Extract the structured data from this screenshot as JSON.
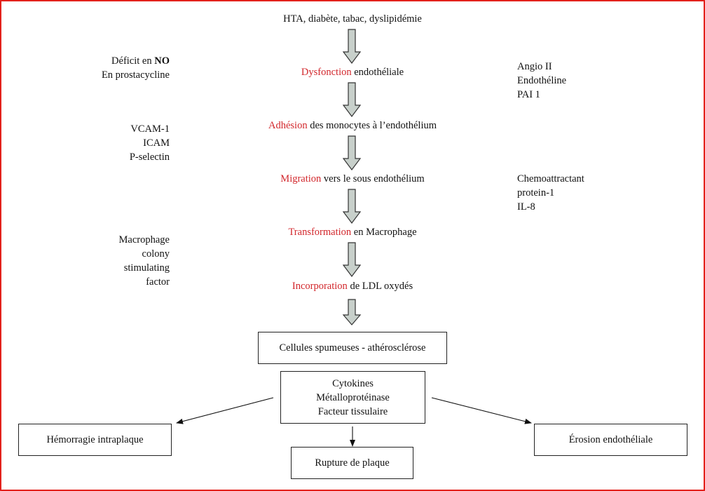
{
  "top_text": "HTA, diabète, tabac, dyslipidémie",
  "steps": [
    {
      "red": "Dysfonction",
      "rest": " endothéliale"
    },
    {
      "red": "Adhésion",
      "rest": " des monocytes à l’endothélium"
    },
    {
      "red": "Migration",
      "rest": " vers le sous endothélium"
    },
    {
      "red": "Transformation",
      "rest": " en Macrophage"
    },
    {
      "red": "Incorporation",
      "rest": " de LDL oxydés"
    }
  ],
  "left_notes": {
    "dysfonction": {
      "line1_prefix": "Déficit en ",
      "line1_bold": "NO",
      "line2": "En prostacycline"
    },
    "adhesion": [
      "VCAM-1",
      "ICAM",
      "P-selectin"
    ],
    "transformation": [
      "Macrophage",
      "colony",
      "stimulating",
      "factor"
    ]
  },
  "right_notes": {
    "dysfonction": [
      "Angio II",
      "Endothéline",
      "PAI 1"
    ],
    "migration": [
      "Chemoattractant",
      "protein-1",
      "IL-8"
    ]
  },
  "boxes": {
    "foam_cells": "Cellules spumeuses - athérosclérose",
    "mediators": [
      "Cytokines",
      "Métalloprotéinase",
      "Facteur tissulaire"
    ],
    "hemorrhage": "Hémorragie intraplaque",
    "rupture": "Rupture de plaque",
    "erosion": "Érosion endothéliale"
  },
  "colors": {
    "frame": "#e3211c",
    "highlight": "#d2262b",
    "arrow_fill": "#c8d0cb",
    "arrow_stroke": "#333333"
  }
}
